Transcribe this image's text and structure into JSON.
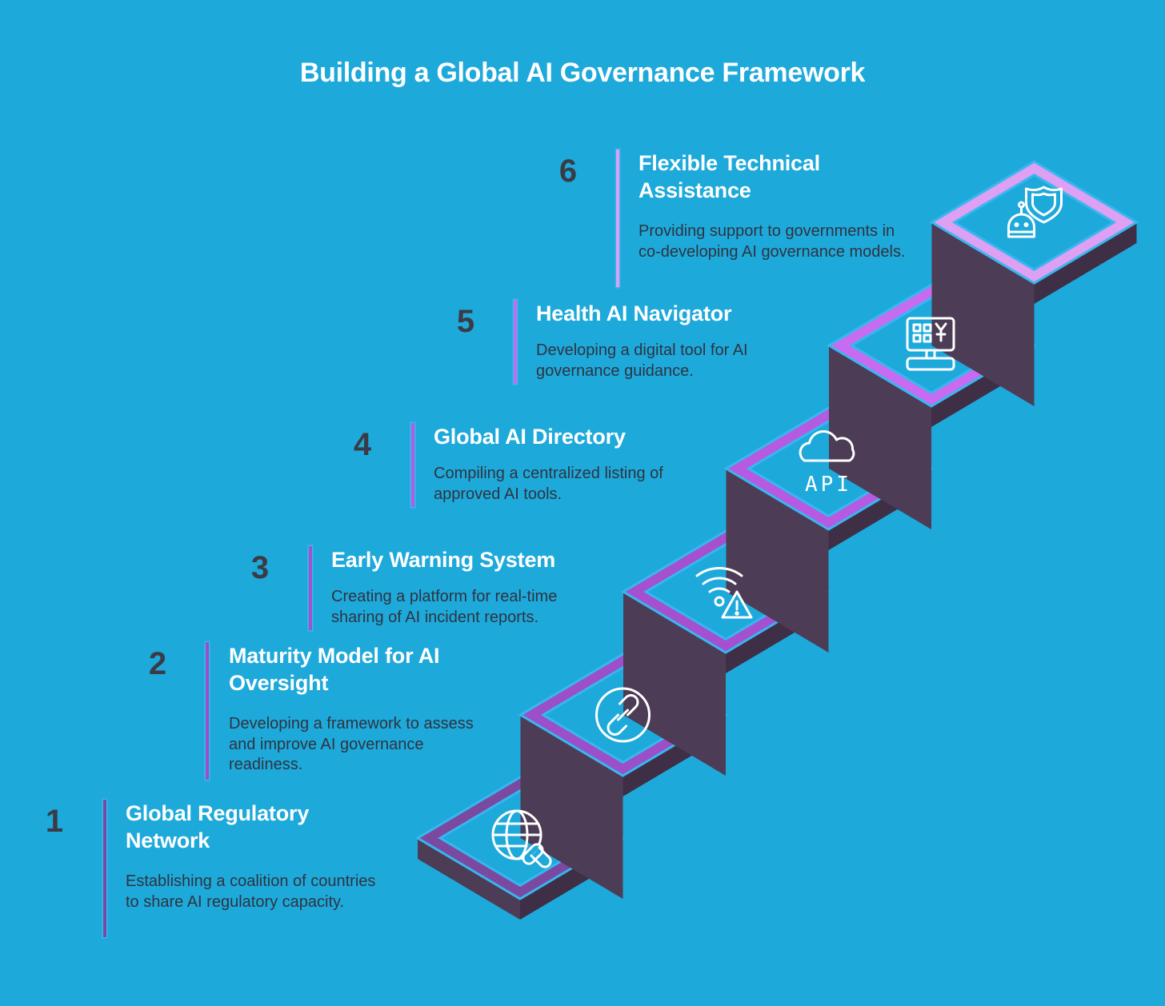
{
  "title": "Building a Global AI Governance Framework",
  "colors": {
    "background": "#1ea9db",
    "riser": "#4d3c55",
    "edge_glow": "#38b6f0",
    "inner_top": "#1ea9db",
    "number_text": "#3b3b46",
    "description_text": "#2f3440"
  },
  "steps": [
    {
      "number": "1",
      "title": "Global Regulatory Network",
      "description": "Establishing a coalition of countries to share AI regulatory capacity.",
      "icon": "globe-link-icon",
      "color": "#7a4aa0"
    },
    {
      "number": "2",
      "title": "Maturity Model for AI Oversight",
      "description": "Developing a framework to assess and improve AI governance readiness.",
      "icon": "link-circle-icon",
      "color": "#9b4fc8"
    },
    {
      "number": "3",
      "title": "Early Warning System",
      "description": "Creating a platform for real-time sharing of AI incident reports.",
      "icon": "wifi-warning-icon",
      "color": "#a450cf"
    },
    {
      "number": "4",
      "title": "Global AI Directory",
      "description": "Compiling a centralized listing of approved AI tools.",
      "icon": "cloud-api-icon",
      "color": "#b65ae2"
    },
    {
      "number": "5",
      "title": "Health AI Navigator",
      "description": "Developing a digital tool for AI governance guidance.",
      "icon": "computer-keyboard-icon",
      "color": "#c76cf0"
    },
    {
      "number": "6",
      "title": "Flexible Technical Assistance",
      "description": "Providing support to governments in co-developing AI governance models.",
      "icon": "robot-shield-icon",
      "color": "#dea0f2"
    }
  ]
}
